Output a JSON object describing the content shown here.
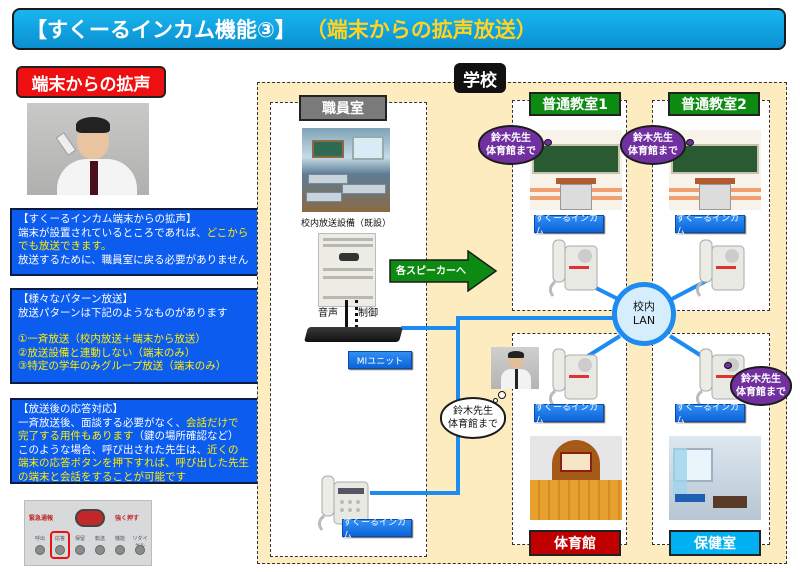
{
  "header": {
    "title_main": "【すくーるインカム機能③】",
    "title_sub": "（端末からの拡声放送）"
  },
  "left": {
    "section_tag": "端末からの拡声",
    "box1": {
      "heading": "【すくーるインカム端末からの拡声】",
      "line1": "端末が設置されているところであれば、",
      "line1_highlight": "どこから",
      "line2_highlight": "でも放送できます。",
      "line3": "放送するために、職員室に戻る必要がありません"
    },
    "box2": {
      "heading": "【様々なパターン放送】",
      "line1": "放送パターンは下記のようなものがあります",
      "patterns": [
        "①一斉放送（校内放送＋端末から放送）",
        "②放送設備と連動しない（端末のみ）",
        "③特定の学年のみグループ放送（端末のみ）"
      ]
    },
    "box3": {
      "heading": "【放送後の応答対応】",
      "line1": "一斉放送後、面談する必要がなく、",
      "line1_highlight": "会話だけで",
      "line2_highlight": "完了する用件もあります",
      "line2": "（鍵の場所確認など）",
      "line3": "このような場合、呼び出された先生は、",
      "line3_highlight": "近くの",
      "line4_highlight": "端末の応答ボタンを押下すれば、呼び出した先生",
      "line5_highlight": "の端末と会話をすることが可能です"
    },
    "panel": {
      "left_label": "緊急通報",
      "right_label": "強く押す",
      "buttons": [
        "呼出",
        "応答",
        "保留",
        "転送",
        "機能",
        "リダイヤル"
      ],
      "highlighted_button": "応答"
    }
  },
  "school": {
    "label": "学校",
    "staff_room": {
      "label": "職員室",
      "broadcast_caption": "校内放送設備（既設）",
      "audio_label": "音声",
      "control_label": "制御",
      "mi_unit_label": "MIユニット",
      "intercom_label": "すくーるインカム",
      "arrow_label": "各スピーカーへ"
    },
    "rooms": [
      {
        "name": "普通教室1",
        "intercom_label": "すくーるインカム",
        "bubble": [
          "鈴木先生",
          "体育館まで"
        ]
      },
      {
        "name": "普通教室2",
        "intercom_label": "すくーるインカム",
        "bubble": [
          "鈴木先生",
          "体育館まで"
        ]
      },
      {
        "name": "体育館",
        "intercom_label": "すくーるインカム",
        "bubble": [
          "鈴木先生",
          "体育館まで"
        ]
      },
      {
        "name": "保健室",
        "intercom_label": "すくーるインカム",
        "bubble": [
          "鈴木先生",
          "体育館まで"
        ]
      }
    ],
    "lan": {
      "line1": "校内",
      "line2": "LAN"
    }
  },
  "colors": {
    "header_blue": "#0a9fe0",
    "header_accent": "#ffd320",
    "tag_red": "#ee1010",
    "info_blue": "#0d5cf0",
    "highlight_yellow": "#ffee00",
    "school_bg": "#fdecc0",
    "classroom_green": "#0c8a12",
    "gym_red": "#c00000",
    "nurse_cyan": "#00b0f0",
    "bubble_purple": "#7030a0",
    "lan_blue": "#1e8bf0"
  }
}
